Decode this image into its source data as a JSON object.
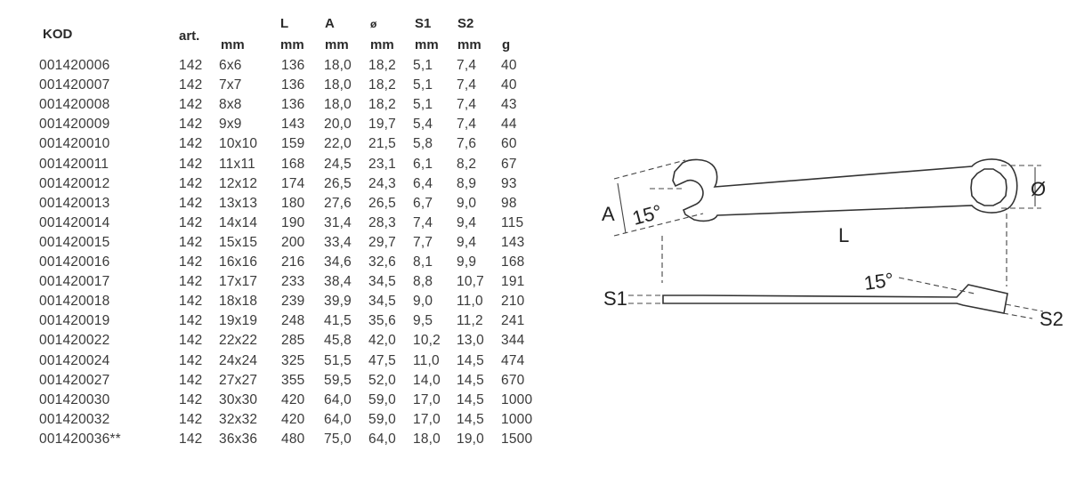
{
  "table": {
    "header_top": {
      "kod": "KOD",
      "art": "art.",
      "L": "L",
      "A": "A",
      "diam": "ø",
      "S1": "S1",
      "S2": "S2"
    },
    "header_units": {
      "size": "mm",
      "L": "mm",
      "A": "mm",
      "diam": "mm",
      "S1": "mm",
      "S2": "mm",
      "weight": "g"
    },
    "rows": [
      [
        "001420006",
        "142",
        "6x6",
        "136",
        "18,0",
        "18,2",
        "5,1",
        "7,4",
        "40"
      ],
      [
        "001420007",
        "142",
        "7x7",
        "136",
        "18,0",
        "18,2",
        "5,1",
        "7,4",
        "40"
      ],
      [
        "001420008",
        "142",
        "8x8",
        "136",
        "18,0",
        "18,2",
        "5,1",
        "7,4",
        "43"
      ],
      [
        "001420009",
        "142",
        "9x9",
        "143",
        "20,0",
        "19,7",
        "5,4",
        "7,4",
        "44"
      ],
      [
        "001420010",
        "142",
        "10x10",
        "159",
        "22,0",
        "21,5",
        "5,8",
        "7,6",
        "60"
      ],
      [
        "001420011",
        "142",
        "11x11",
        "168",
        "24,5",
        "23,1",
        "6,1",
        "8,2",
        "67"
      ],
      [
        "001420012",
        "142",
        "12x12",
        "174",
        "26,5",
        "24,3",
        "6,4",
        "8,9",
        "93"
      ],
      [
        "001420013",
        "142",
        "13x13",
        "180",
        "27,6",
        "26,5",
        "6,7",
        "9,0",
        "98"
      ],
      [
        "001420014",
        "142",
        "14x14",
        "190",
        "31,4",
        "28,3",
        "7,4",
        "9,4",
        "115"
      ],
      [
        "001420015",
        "142",
        "15x15",
        "200",
        "33,4",
        "29,7",
        "7,7",
        "9,4",
        "143"
      ],
      [
        "001420016",
        "142",
        "16x16",
        "216",
        "34,6",
        "32,6",
        "8,1",
        "9,9",
        "168"
      ],
      [
        "001420017",
        "142",
        "17x17",
        "233",
        "38,4",
        "34,5",
        "8,8",
        "10,7",
        "191"
      ],
      [
        "001420018",
        "142",
        "18x18",
        "239",
        "39,9",
        "34,5",
        "9,0",
        "11,0",
        "210"
      ],
      [
        "001420019",
        "142",
        "19x19",
        "248",
        "41,5",
        "35,6",
        "9,5",
        "11,2",
        "241"
      ],
      [
        "001420022",
        "142",
        "22x22",
        "285",
        "45,8",
        "42,0",
        "10,2",
        "13,0",
        "344"
      ],
      [
        "001420024",
        "142",
        "24x24",
        "325",
        "51,5",
        "47,5",
        "11,0",
        "14,5",
        "474"
      ],
      [
        "001420027",
        "142",
        "27x27",
        "355",
        "59,5",
        "52,0",
        "14,0",
        "14,5",
        "670"
      ],
      [
        "001420030",
        "142",
        "30x30",
        "420",
        "64,0",
        "59,0",
        "17,0",
        "14,5",
        "1000"
      ],
      [
        "001420032",
        "142",
        "32x32",
        "420",
        "64,0",
        "59,0",
        "17,0",
        "14,5",
        "1000"
      ],
      [
        "001420036**",
        "142",
        "36x36",
        "480",
        "75,0",
        "64,0",
        "18,0",
        "19,0",
        "1500"
      ]
    ]
  },
  "diagram": {
    "label_A": "A",
    "label_angle_top": "15°",
    "label_diam": "Ø",
    "label_L": "L",
    "label_S1": "S1",
    "label_angle_side": "15°",
    "label_S2": "S2"
  }
}
